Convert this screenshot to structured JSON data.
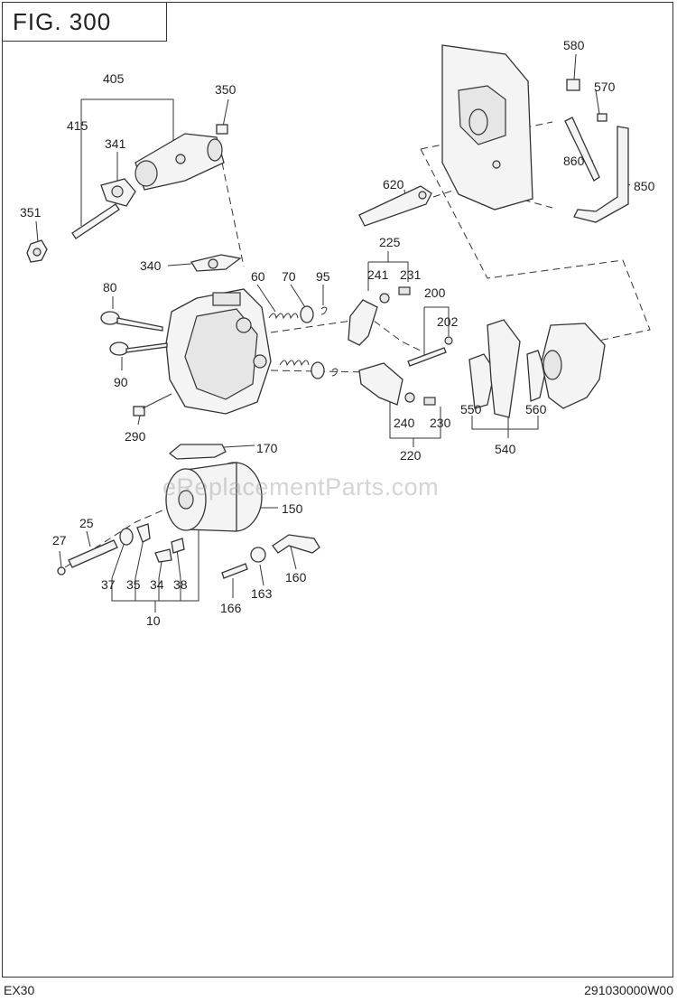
{
  "figure": {
    "title": "FIG. 300"
  },
  "watermark": "eReplacementParts.com",
  "footer": {
    "model": "EX30",
    "code": "291030000W00"
  },
  "callouts": {
    "p405": "405",
    "p350": "350",
    "p415": "415",
    "p341": "341",
    "p351": "351",
    "p340": "340",
    "p60": "60",
    "p70": "70",
    "p95": "95",
    "p80": "80",
    "p90": "90",
    "p290": "290",
    "p225": "225",
    "p241": "241",
    "p231": "231",
    "p200": "200",
    "p202": "202",
    "p240": "240",
    "p230": "230",
    "p220": "220",
    "p170": "170",
    "p150": "150",
    "p25": "25",
    "p27": "27",
    "p37": "37",
    "p35": "35",
    "p34": "34",
    "p38": "38",
    "p10": "10",
    "p166": "166",
    "p163": "163",
    "p160": "160",
    "p580": "580",
    "p570": "570",
    "p860": "860",
    "p850": "850",
    "p620": "620",
    "p550": "550",
    "p560": "560",
    "p540": "540"
  }
}
